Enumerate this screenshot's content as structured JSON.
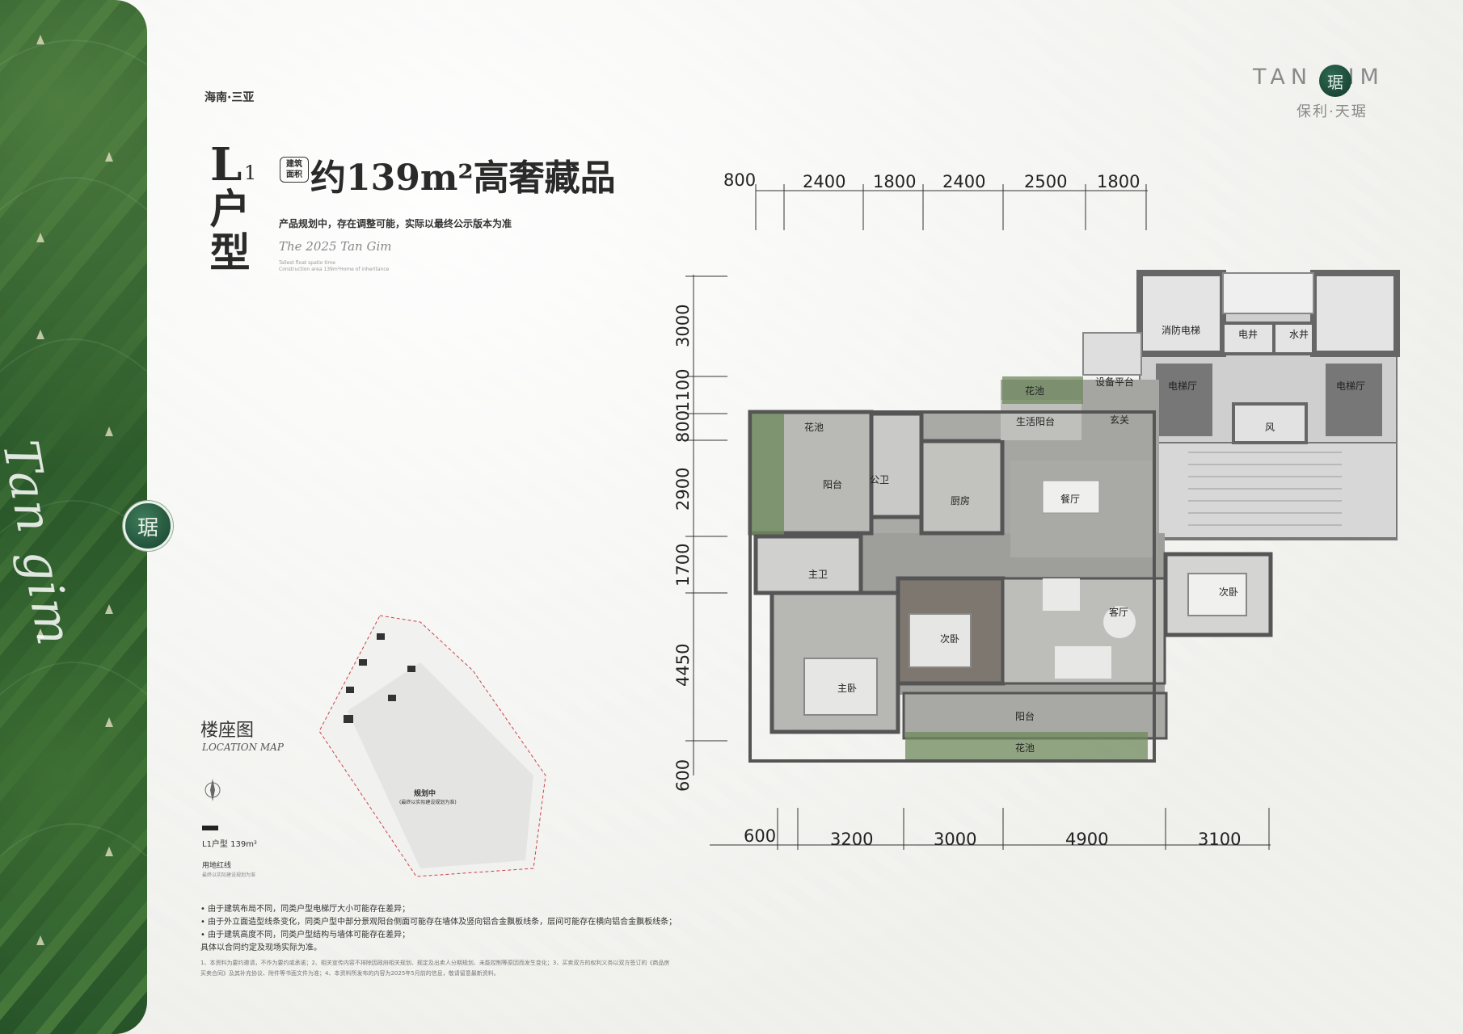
{
  "header": {
    "region": "海南·三亚",
    "type_letter": "L",
    "type_num": "1",
    "type_zh": "户型",
    "badge_line1": "建筑",
    "badge_line2": "面积",
    "headline": "约139m²高奢藏品",
    "notice": "产品规划中，存在调整可能，实际以最终公示版本为准",
    "tagline": "The 2025 Tan Gim",
    "tiny_line1": "Tallest float spatio time",
    "tiny_line2": "Construction area 139m²Home of inheritance"
  },
  "brand": {
    "name": "TAN   GIM",
    "name_zh": "保利·天琚",
    "emblem_glyph": "琚",
    "band_script": "Tan gim",
    "accent_color": "#2f5e3a"
  },
  "dimensions": {
    "top": [
      "800",
      "2400",
      "1800",
      "2400",
      "2500",
      "1800"
    ],
    "bottom": [
      "600",
      "3200",
      "3000",
      "4900",
      "3100"
    ],
    "left": [
      "3000",
      "1100",
      "800",
      "2900",
      "1700",
      "4450",
      "600"
    ]
  },
  "rooms": {
    "fire_elevator": "消防电梯",
    "elec_shaft": "电井",
    "water_shaft": "水井",
    "equipment_platform": "设备平台",
    "planter_top": "花池",
    "elevator_hall_left": "电梯厅",
    "elevator_hall_right": "电梯厅",
    "living_balcony": "生活阳台",
    "entry": "玄关",
    "wind": "风",
    "planter_left": "花池",
    "balcony_left": "阳台",
    "public_bath": "公卫",
    "kitchen": "厨房",
    "dining": "餐厅",
    "master_bath": "主卫",
    "second_bed_mid": "次卧",
    "living": "客厅",
    "second_bed_right": "次卧",
    "master_bed": "主卧",
    "balcony_bottom": "阳台",
    "planter_bottom": "花池"
  },
  "location_map": {
    "title": "楼座图",
    "subtitle": "LOCATION MAP",
    "planning": "规划中",
    "planning_sub": "(最终以实际建设规划为准)",
    "legend_type": "L1户型 139m²",
    "red_line": "用地红线",
    "red_line_sub": "最终以实际建设规划为准"
  },
  "notes": [
    "• 由于建筑布局不同，同类户型电梯厅大小可能存在差异；",
    "• 由于外立面造型线条变化，同类户型中部分景观阳台侧面可能存在墙体及竖向铝合金飘板线条，层间可能存在横向铝合金飘板线条；",
    "• 由于建筑高度不同，同类户型结构与墙体可能存在差异；",
    "  具体以合同约定及现场实际为准。"
  ],
  "fine_print": [
    "1、本资料为要约邀请，不作为要约或承诺；2、相关宣传内容不排除因政府相关规划、规定及出卖人分期规划、未能控制等原因而发生变化；3、买卖双方的权利义务以双方签订的《商品房",
    "买卖合同》及其补充协议、附件等书面文件为准；4、本资料所发布的内容为2025年5月前的信息，敬请留意最新资料。"
  ]
}
